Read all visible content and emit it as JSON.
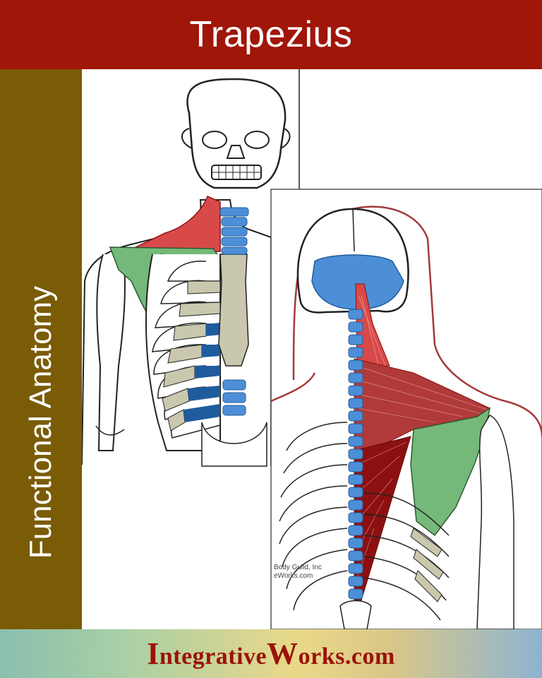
{
  "header": {
    "title": "Trapezius"
  },
  "sidebar": {
    "title": "Functional Anatomy"
  },
  "illustration": {
    "copyright_line1": "Body Guild, Inc",
    "copyright_line2": "eWorks.com",
    "colors": {
      "muscle_red": "#d84a4a",
      "muscle_dark_red": "#8c1010",
      "bone_blue": "#4d8fd6",
      "dark_blue": "#1f5c9e",
      "scapula_green": "#74b97a",
      "cartilage_beige": "#c9c7ad",
      "outline_maroon": "#a33a3a"
    }
  },
  "footer": {
    "brand_cap1": "I",
    "brand_rest1": "ntegrative",
    "brand_cap2": "W",
    "brand_rest2": "orks.com"
  }
}
